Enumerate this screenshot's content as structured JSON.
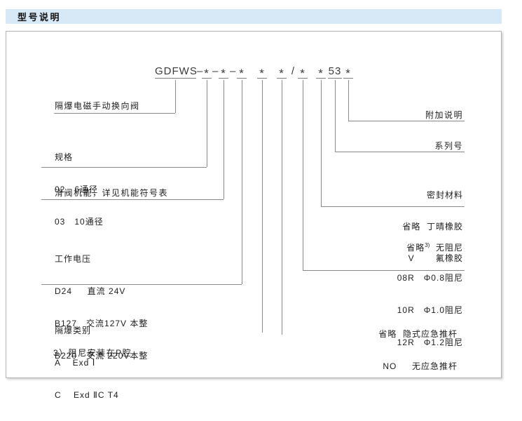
{
  "header": {
    "title": "型号说明"
  },
  "model": {
    "parts": [
      "GDFWS",
      "–",
      "*",
      "–",
      "*",
      "–",
      "*",
      "*",
      "*",
      "/",
      "*",
      "*",
      "53",
      "*"
    ]
  },
  "left": {
    "valve_type": "隔爆电磁手动换向阀",
    "spec_title": "规格",
    "spec_rows": [
      "02   6通径",
      "03   10通径"
    ],
    "spool_function": "滑阀机能，详见机能符号表",
    "voltage_title": "工作电压",
    "voltage_rows": [
      "D24     直流 24V",
      "B127   交流127V 本整",
      "B220   交流 220V本整"
    ],
    "exd_title": "隔爆类别",
    "exd_rows": [
      "A    Exd Ⅰ",
      "C    Exd ⅡC T4"
    ],
    "footnote": "3）阻尼安装在P腔"
  },
  "right": {
    "addendum": "附加说明",
    "series": "系列号",
    "seal_title": "密封材料",
    "seal_rows": [
      "省略  丁晴橡胶",
      "V       氟橡胶"
    ],
    "damping_prefix": "省略",
    "damping_sup": "3)",
    "damping_first_suffix": "  无阻尼",
    "damping_rows": [
      "08R   Φ0.8阻尼",
      "10R   Φ1.0阻尼",
      "12R   Φ1.2阻尼"
    ],
    "pushrod_rows": [
      "省略  隐式应急推杆",
      "NO     无应急推杆"
    ]
  },
  "colors": {
    "header_bg": "#d7e8f6",
    "line": "#8a8a8a",
    "text": "#1f1f1f"
  }
}
